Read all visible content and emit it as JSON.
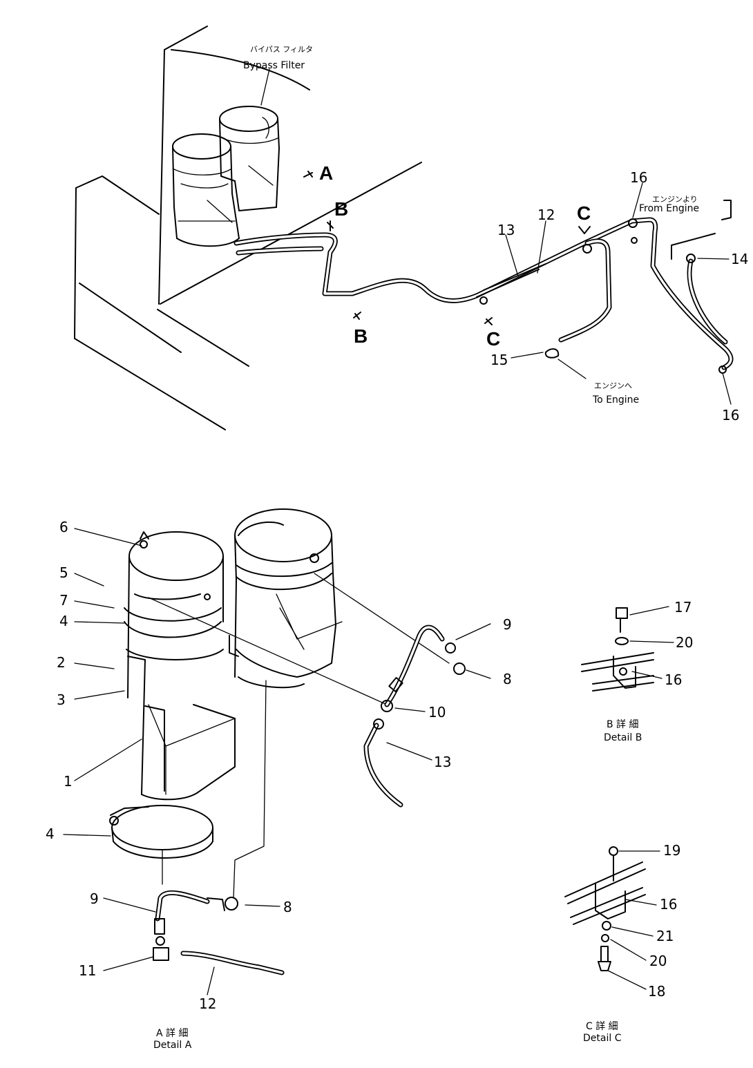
{
  "top_view": {
    "bypass_filter_jp": "バイパス フィルタ",
    "bypass_filter_en": "Bypass Filter",
    "from_engine_jp": "エンジンより",
    "from_engine_en": "From Engine",
    "to_engine_jp": "エンジンへ",
    "to_engine_en": "To Engine",
    "view_labels": [
      "A",
      "B",
      "B",
      "C",
      "C"
    ],
    "callouts": [
      "16",
      "12",
      "13",
      "14",
      "15",
      "16"
    ]
  },
  "detail_a": {
    "callouts": [
      "6",
      "5",
      "7",
      "4",
      "2",
      "3",
      "1",
      "4",
      "9",
      "8",
      "10",
      "13",
      "9",
      "8",
      "11",
      "12"
    ],
    "caption_jp": "A 詳 細",
    "caption_en": "Detail A"
  },
  "detail_b": {
    "callouts": [
      "17",
      "20",
      "16"
    ],
    "caption_jp": "B 詳 細",
    "caption_en": "Detail B"
  },
  "detail_c": {
    "callouts": [
      "19",
      "16",
      "21",
      "20",
      "18"
    ],
    "caption_jp": "C 詳 細",
    "caption_en": "Detail C"
  }
}
